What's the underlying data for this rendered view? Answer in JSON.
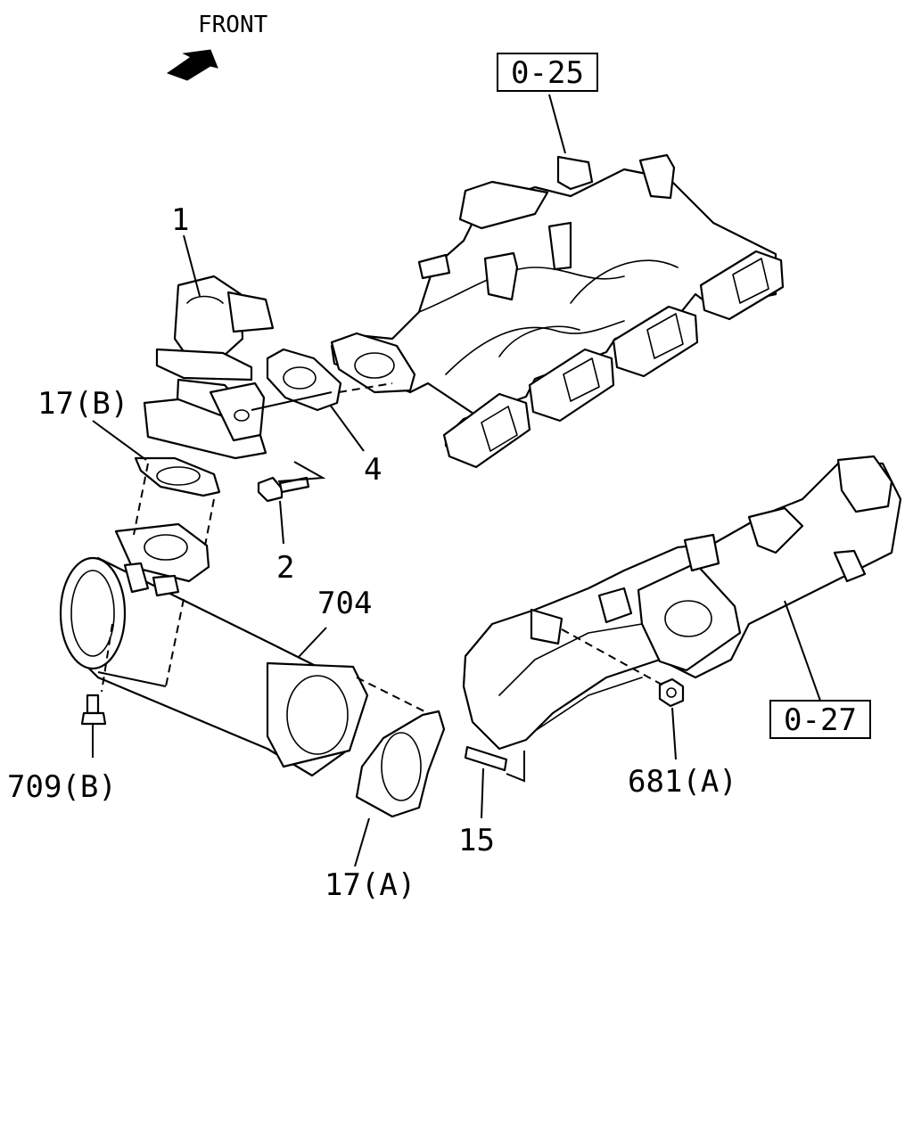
{
  "orientation": {
    "label": "FRONT"
  },
  "references": [
    {
      "id": "ref-0-25",
      "text": "0-25"
    },
    {
      "id": "ref-0-27",
      "text": "0-27"
    }
  ],
  "callouts": {
    "egr_valve": "1",
    "bolt": "2",
    "gasket_valve": "4",
    "gasket_b": "17(B)",
    "cooler": "704",
    "bolt_b": "709(B)",
    "gasket_a": "17(A)",
    "stud": "15",
    "nut_a": "681(A)"
  },
  "colors": {
    "line": "#000000",
    "background": "#ffffff"
  }
}
